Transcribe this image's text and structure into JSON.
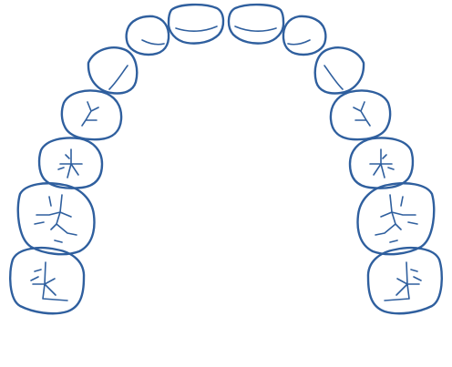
{
  "diagram": {
    "kind": "dental-arch-occlusal-view",
    "arch": "maxillary",
    "tooth_count": 14,
    "colors": {
      "stroke": "#2f5f9e",
      "background": "#ffffff"
    },
    "teeth": [
      {
        "id": "right-second-molar",
        "type": "molar",
        "side": "right"
      },
      {
        "id": "right-first-molar",
        "type": "molar",
        "side": "right"
      },
      {
        "id": "right-second-premolar",
        "type": "premolar",
        "side": "right"
      },
      {
        "id": "right-first-premolar",
        "type": "premolar",
        "side": "right"
      },
      {
        "id": "right-canine",
        "type": "canine",
        "side": "right"
      },
      {
        "id": "right-lateral-incisor",
        "type": "incisor",
        "side": "right"
      },
      {
        "id": "right-central-incisor",
        "type": "incisor",
        "side": "right"
      },
      {
        "id": "left-central-incisor",
        "type": "incisor",
        "side": "left"
      },
      {
        "id": "left-lateral-incisor",
        "type": "incisor",
        "side": "left"
      },
      {
        "id": "left-canine",
        "type": "canine",
        "side": "left"
      },
      {
        "id": "left-first-premolar",
        "type": "premolar",
        "side": "left"
      },
      {
        "id": "left-second-premolar",
        "type": "premolar",
        "side": "left"
      },
      {
        "id": "left-first-molar",
        "type": "molar",
        "side": "left"
      },
      {
        "id": "left-second-molar",
        "type": "molar",
        "side": "left"
      }
    ]
  }
}
